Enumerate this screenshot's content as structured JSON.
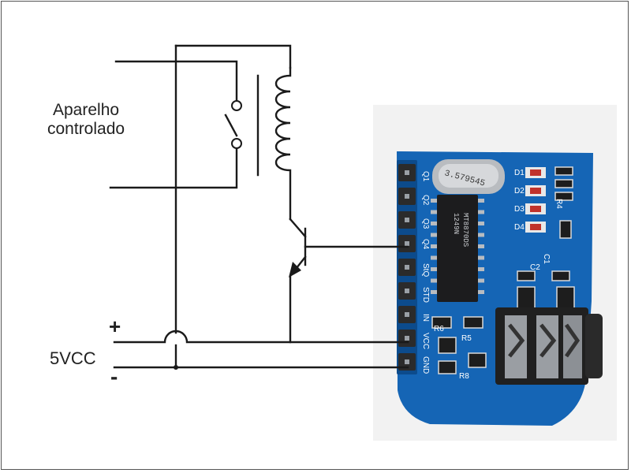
{
  "labels": {
    "device_line1": "Aparelho",
    "device_line2": "controlado",
    "supply": "5VCC",
    "plus": "+",
    "minus": "-"
  },
  "module": {
    "chip_marking": [
      "MT8870DS",
      "1249N"
    ],
    "crystal_marking": "3.579545",
    "pin_labels": [
      "Q1",
      "Q2",
      "Q3",
      "Q4",
      "StQ",
      "STD",
      "IN",
      "VCC",
      "GND"
    ],
    "led_labels": [
      "D1",
      "D2",
      "D3",
      "D4"
    ],
    "part_labels": [
      "R4",
      "R5",
      "R6",
      "C1",
      "C2",
      "R8"
    ]
  },
  "colors": {
    "wire": "#1a1a1a",
    "pcb": "#1565b5",
    "pcb_dark": "#0c4b8c",
    "chip": "#1c1c1e",
    "crystal": "#b9bcc0",
    "led": "#c0322b",
    "jack": "#202020"
  }
}
